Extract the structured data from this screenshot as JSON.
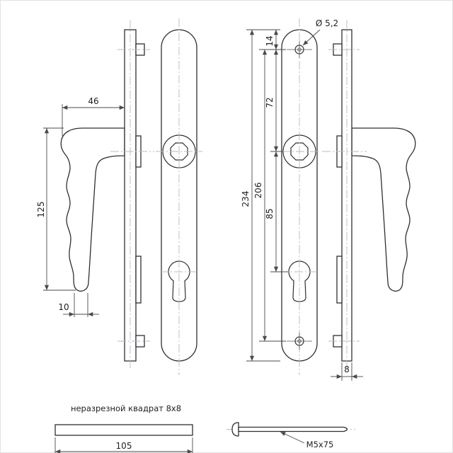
{
  "drawing": {
    "dims": {
      "handle_depth": "46",
      "handle_height": "125",
      "grip_width": "10",
      "plate_length": "234",
      "hole_spacing": "206",
      "hub_to_keyhole": "85",
      "hole_to_hub": "72",
      "top_to_hole": "14",
      "hole_diameter": "Ø 5,2",
      "plate_thickness": "8",
      "bar_length": "105"
    },
    "labels": {
      "square_bar": "неразрезной квадрат 8x8",
      "screw": "M5x75"
    },
    "colors": {
      "line": "#2f2f2f",
      "dim_line": "#4a4a4a",
      "centerline": "#b4bcc4",
      "background": "#ffffff"
    }
  }
}
